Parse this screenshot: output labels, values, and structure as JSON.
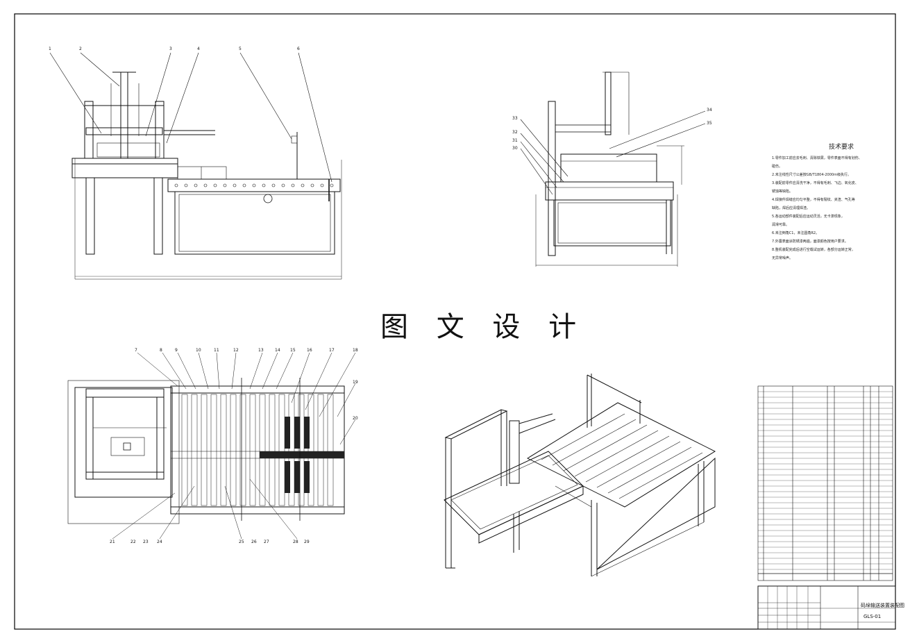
{
  "watermark": "图 文 设 计",
  "tech_notes": {
    "title": "技术要求",
    "lines": [
      "1.零件加工前应去毛刺、清除铁屑，零件表面不得有划伤、",
      "  碰伤。",
      "2.未注线性尺寸公差按GB/T1804-2000m级执行。",
      "3.装配前零件应清洗干净，不得有毛刺、飞边、氧化皮、",
      "  锈蚀等缺陷。",
      "4.焊接件焊缝应均匀平整，不得有裂纹、夹渣、气孔等",
      "  缺陷，焊后应清理焊渣。",
      "5.各运动部件装配后应运动灵活，无卡滞现象，",
      "  润滑可靠。",
      "6.未注倒角C1，未注圆角R2。",
      "7.外露表面涂防锈漆两遍，面漆颜色按用户要求。",
      "8.整机装配完成后进行空载试运转，各部分运转正常，",
      "  无异常噪声。"
    ]
  },
  "balloons_top_left": [
    "1",
    "2",
    "3",
    "4",
    "5",
    "6"
  ],
  "balloons_top_right": [
    "33",
    "32",
    "31",
    "30",
    "34",
    "35"
  ],
  "balloons_bottom_top": [
    "7",
    "8",
    "9",
    "10",
    "11",
    "12",
    "13",
    "14",
    "15",
    "16",
    "17",
    "18",
    "19",
    "20"
  ],
  "balloons_bottom_bottom": [
    "21",
    "22",
    "23",
    "24",
    "25",
    "26",
    "27",
    "28",
    "29"
  ],
  "title_block": {
    "drawing_name": "码垛输送装置装配图",
    "drawing_no": "GLS-01"
  }
}
